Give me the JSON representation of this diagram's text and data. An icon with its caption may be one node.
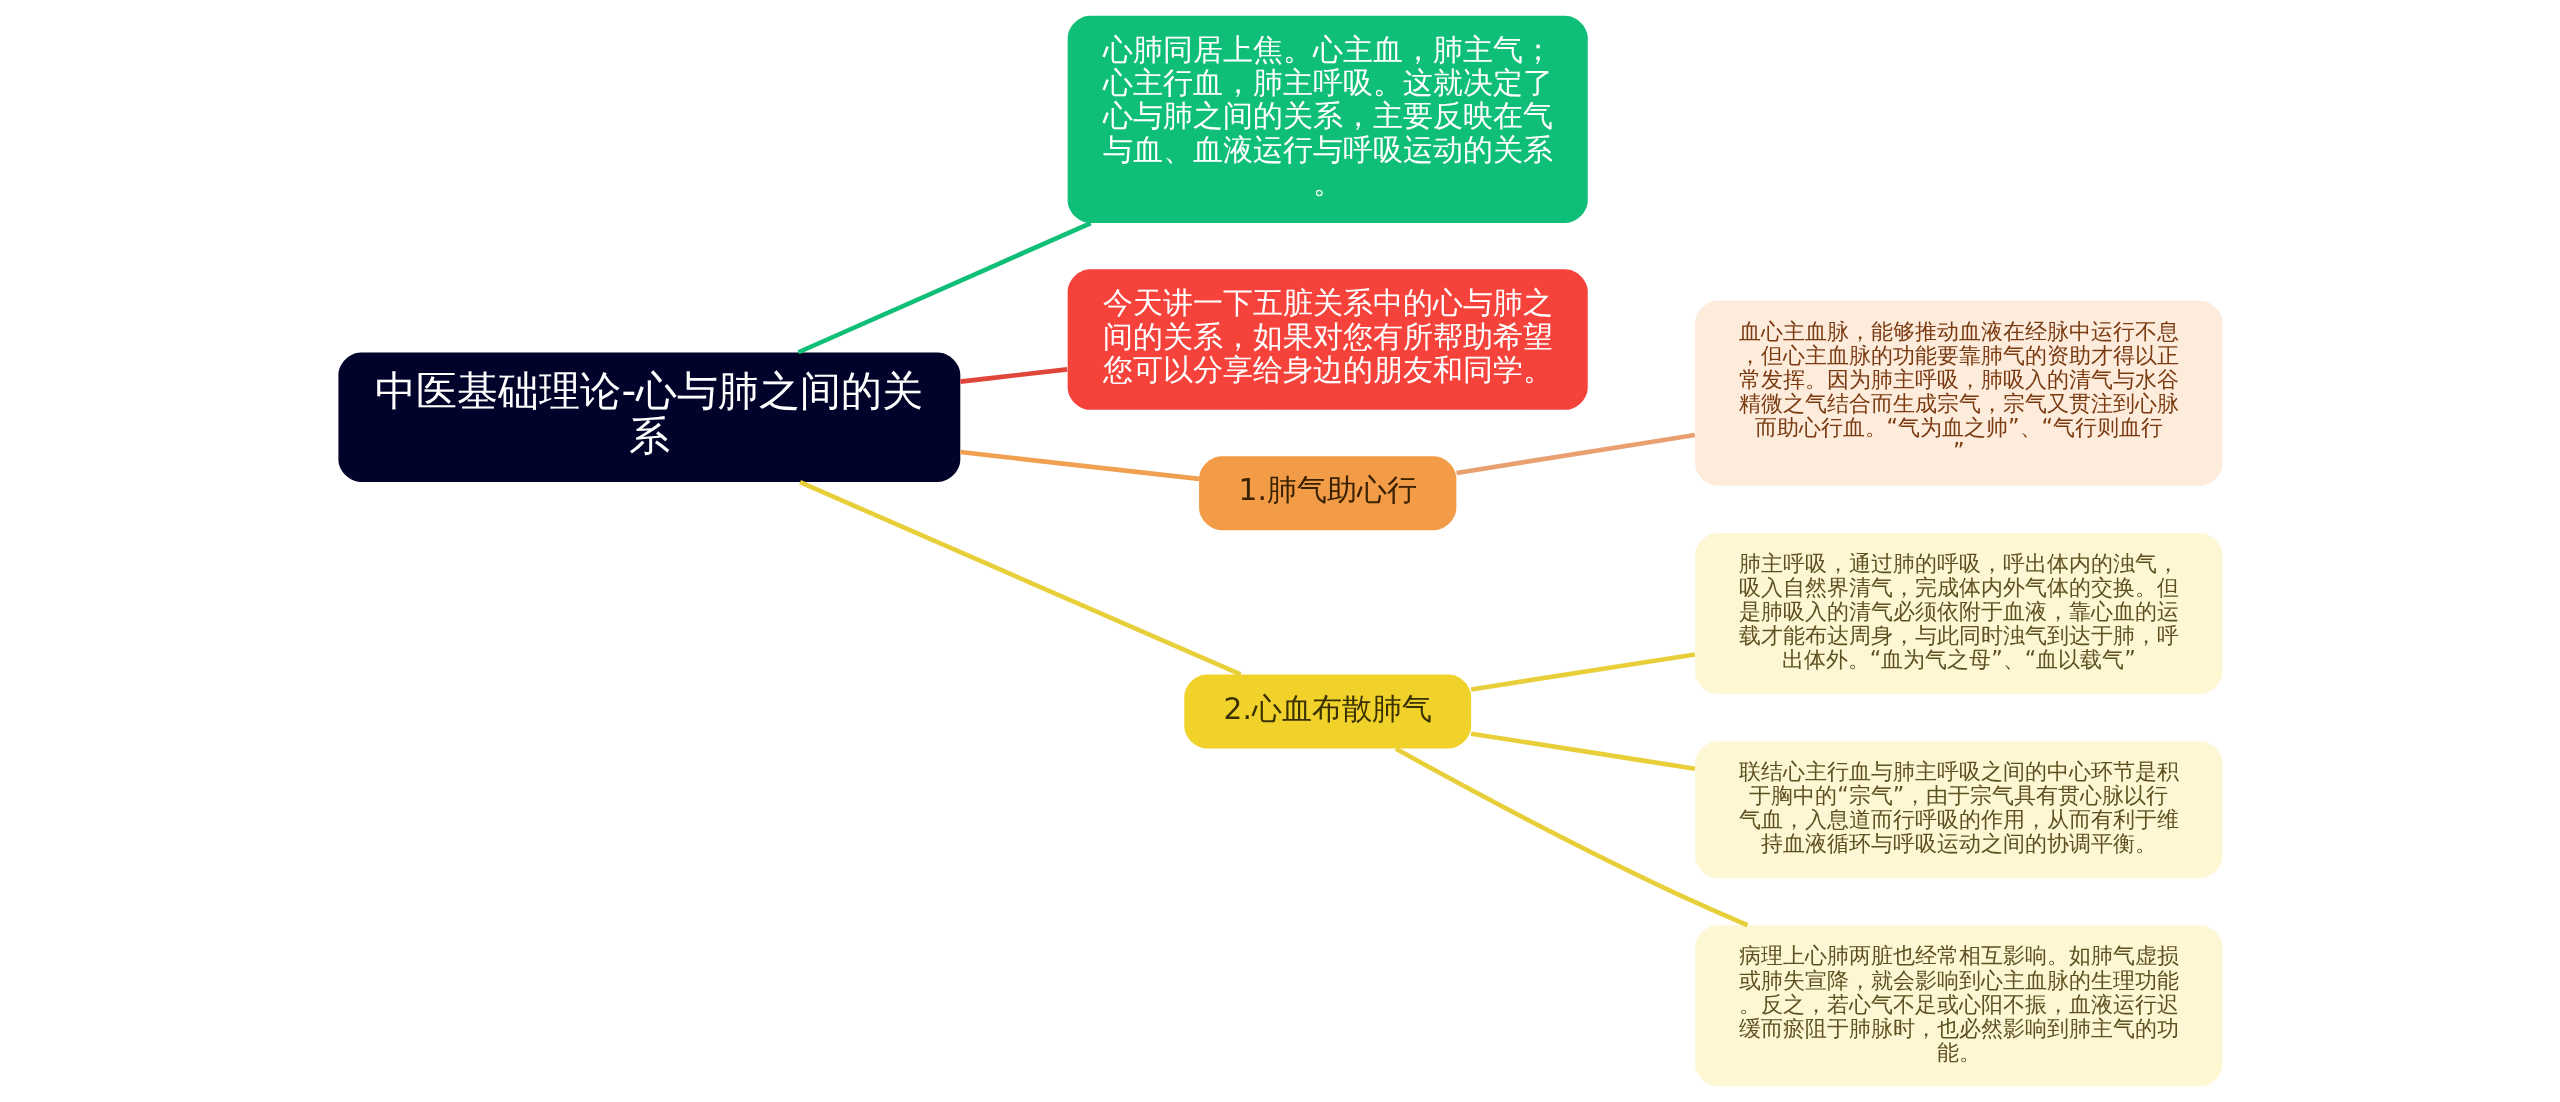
{
  "diagram": {
    "nodes": [
      {
        "text": [
          "中医基础理论-心与肺之间的关系"
        ]
      },
      {
        "text": [
          "心肺同居上焦。心主血，肺主气；心主行血，肺主呼吸。这就决定了心与肺之间的关系，主要反映在气与血、血液运行与呼吸运动的关系。"
        ]
      },
      {
        "text": [
          "今天讲一下五脏关系中的心与肺之间的关系，如果对您有所帮助希望您可以分享给身边的朋友和同学。"
        ]
      },
      {
        "text": [
          "1.肺气助心行"
        ]
      },
      {
        "text": [
          "血心主血脉，能够推动血液在经脉中运行不息，但心主血脉的功能要靠肺气的资助才得以正常发挥。因为肺主呼吸，肺吸入的清气与水谷精微之气结合而生成宗气，宗气又贯注到心脉而助心行血。“气为血之帅”、“气行则血行”"
        ]
      },
      {
        "text": [
          "2.心血布散肺气"
        ]
      },
      {
        "text": [
          "肺主呼吸，通过肺的呼吸，呼出体内的浊气，吸入自然界清气，完成体内外气体的交换。但是肺吸入的清气必须依附于血液，靠心血的运载才能布达周身，与此同时浊气到达于肺，呼出体外。“血为气之母”、“血以载气”"
        ]
      },
      {
        "text": [
          "联结心主行血与肺主呼吸之间的中心环节是积于胸中的“宗气”，由于宗气具有贯心脉以行气血，入息道而行呼吸的作用，从而有利于维持血液循环与呼吸运动之间的协调平衡。"
        ]
      },
      {
        "text": [
          "病理上心肺两脏也经常相互影响。如肺气虚损或肺失宣降，就会影响到心主血脉的生理功能。反之，若心气不足或心阳不振，血液运行迟缓而瘀阻于肺脉时，也必然影响到肺主气的功能。"
        ]
      }
    ],
    "edges": [
      {
        "from": 0,
        "to": 1,
        "arrow": "none",
        "color": "#10bf77"
      },
      {
        "from": 0,
        "to": 2,
        "arrow": "none",
        "color": "#e0453a"
      },
      {
        "from": 0,
        "to": 3,
        "arrow": "none",
        "color": "#f0a050"
      },
      {
        "from": 3,
        "to": 4,
        "arrow": "none",
        "color": "#e8a070"
      },
      {
        "from": 0,
        "to": 5,
        "arrow": "none"
      },
      {
        "from": 5,
        "to": 6,
        "arrow": "none"
      },
      {
        "from": 5,
        "to": 7,
        "arrow": "none"
      },
      {
        "from": 5,
        "to": 8,
        "arrow": "none"
      }
    ]
  }
}
